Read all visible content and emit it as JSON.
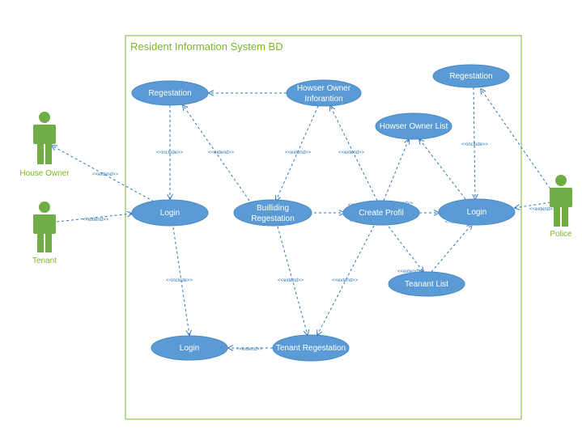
{
  "title": "Resident Information System BD",
  "colors": {
    "usecase_fill": "#5b9bd5",
    "usecase_stroke": "#4a89c4",
    "actor": "#70ad47",
    "connector": "#2e75b6",
    "boundary": "#7ab829",
    "actor_label": "#7ab829"
  },
  "actors": [
    {
      "id": "house_owner",
      "label": "House Owner",
      "icon": "person-icon"
    },
    {
      "id": "tenant",
      "label": "Tenant",
      "icon": "person-icon"
    },
    {
      "id": "police",
      "label": "Police",
      "icon": "person-icon"
    }
  ],
  "use_cases": [
    {
      "id": "reg1",
      "label": "Regestation"
    },
    {
      "id": "hoinfo",
      "label_lines": [
        "Howser Owner",
        "Inforantion"
      ]
    },
    {
      "id": "reg2",
      "label": "Regestation"
    },
    {
      "id": "holist",
      "label": "Howser Owner List"
    },
    {
      "id": "login1",
      "label": "Login"
    },
    {
      "id": "building",
      "label_lines": [
        "Builliding",
        "Regestation"
      ]
    },
    {
      "id": "profile",
      "label": "Create Profil"
    },
    {
      "id": "login2",
      "label": "Login"
    },
    {
      "id": "tlist",
      "label": "Teanant List"
    },
    {
      "id": "login3",
      "label": "Login"
    },
    {
      "id": "treg",
      "label": "Tenant Regestation"
    }
  ],
  "relations": {
    "include": "<<include>>",
    "extend": "<<extend>>"
  }
}
